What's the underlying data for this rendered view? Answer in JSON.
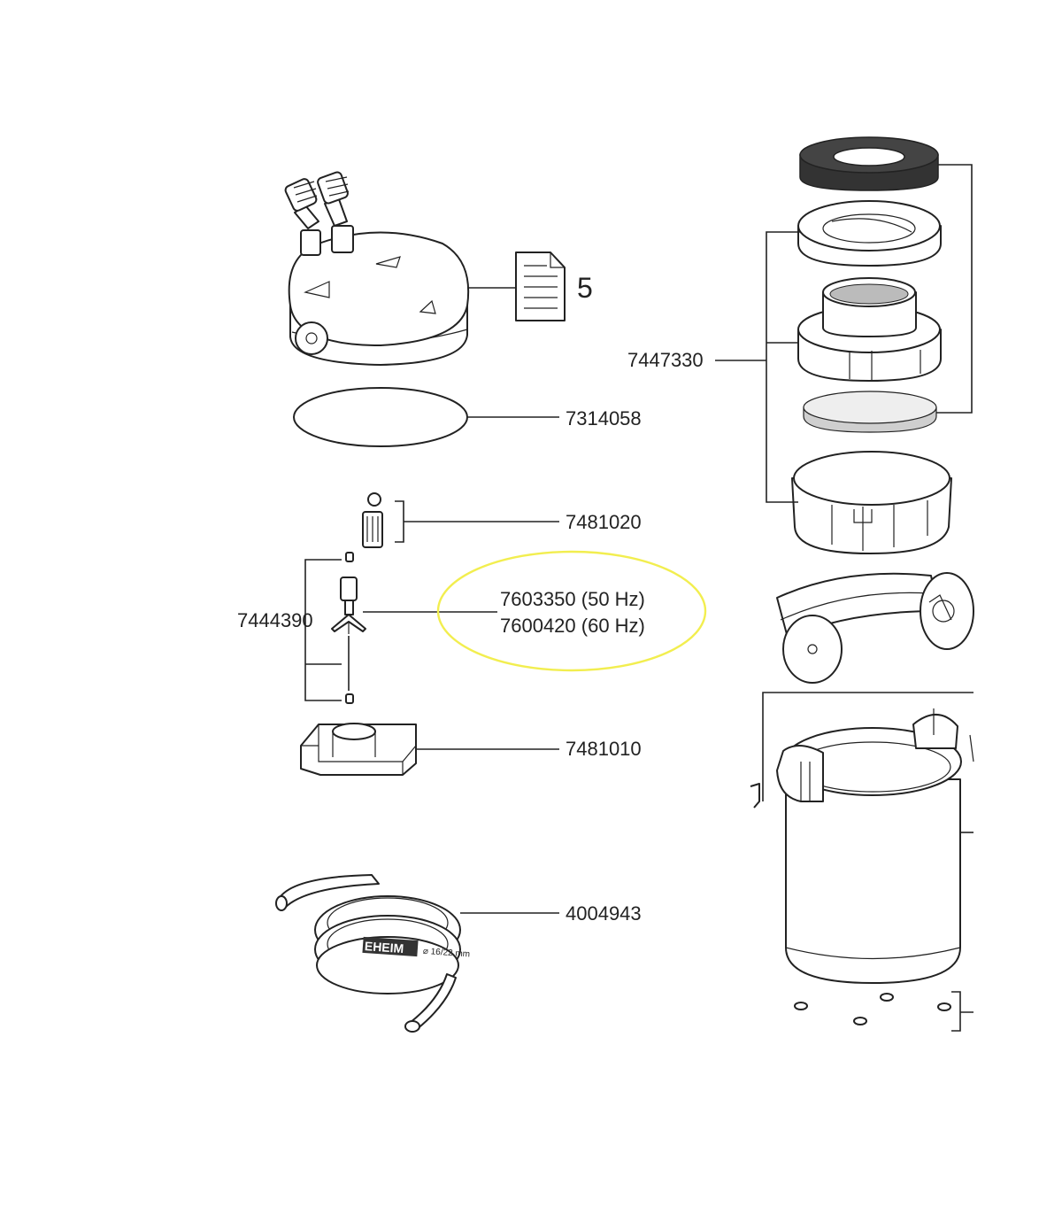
{
  "labels": {
    "head_doc_number": "5",
    "o_ring": "7314058",
    "media_set": "7447330",
    "impeller_cover": "7481020",
    "impeller_axle_set": "7444390",
    "impeller_50hz": "7603350 (50 Hz)",
    "impeller_60hz": "7600420 (60 Hz)",
    "motor_holder": "7481010",
    "hose": "4004943",
    "hose_brand": "EHEIM",
    "hose_size": "⌀ 16/22 mm"
  },
  "colors": {
    "highlight_ellipse": "#f2ee4f",
    "line": "#222222",
    "foam": "#333333"
  },
  "icons": {
    "document": "document-icon"
  }
}
